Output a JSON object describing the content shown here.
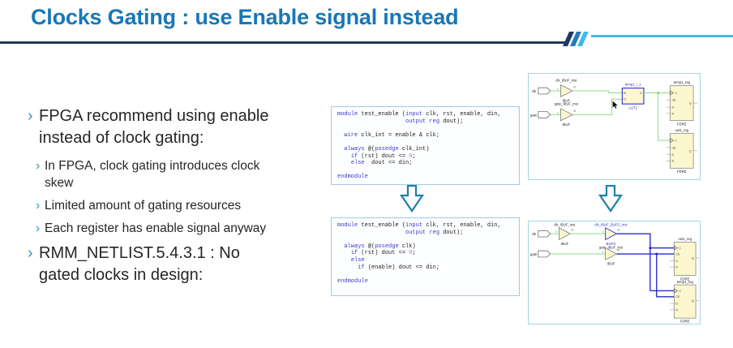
{
  "title": "Clocks Gating : use Enable signal instead",
  "bullets": {
    "marker": "›",
    "b1": "FPGA recommend using enable instead of clock gating:",
    "sub1": "In FPGA, clock gating introduces clock skew",
    "sub2": "Limited amount of gating resources",
    "sub3": "Each register has enable signal anyway",
    "b2": "RMM_NETLIST.5.4.3.1 : No gated clocks in design:"
  },
  "code_before": {
    "lines": [
      [
        {
          "c": "kw",
          "t": "module"
        },
        {
          "c": "pl",
          "t": " test_enable ("
        },
        {
          "c": "kw",
          "t": "input"
        },
        {
          "c": "pl",
          "t": " clk, rst, enable, din,"
        }
      ],
      [
        {
          "c": "pl",
          "t": "                    "
        },
        {
          "c": "kw",
          "t": "output reg"
        },
        {
          "c": "pl",
          "t": " dout);"
        }
      ],
      [],
      [
        {
          "c": "pl",
          "t": "  "
        },
        {
          "c": "kw",
          "t": "wire"
        },
        {
          "c": "pl",
          "t": " clk_int = enable & clk;"
        }
      ],
      [],
      [
        {
          "c": "pl",
          "t": "  "
        },
        {
          "c": "kw",
          "t": "always"
        },
        {
          "c": "pl",
          "t": " @("
        },
        {
          "c": "kw",
          "t": "posedge"
        },
        {
          "c": "pl",
          "t": " clk_int)"
        }
      ],
      [
        {
          "c": "pl",
          "t": "    "
        },
        {
          "c": "kw",
          "t": "if"
        },
        {
          "c": "pl",
          "t": " (rst) dout <= "
        },
        {
          "c": "num",
          "t": "0"
        },
        {
          "c": "pl",
          "t": ";"
        }
      ],
      [
        {
          "c": "pl",
          "t": "    "
        },
        {
          "c": "kw",
          "t": "else"
        },
        {
          "c": "pl",
          "t": "  dout <= din;"
        }
      ],
      [],
      [
        {
          "c": "kw",
          "t": "endmodule"
        }
      ]
    ]
  },
  "code_after": {
    "lines": [
      [
        {
          "c": "kw",
          "t": "module"
        },
        {
          "c": "pl",
          "t": " test_enable ("
        },
        {
          "c": "kw",
          "t": "input"
        },
        {
          "c": "pl",
          "t": " clk, rst, enable, din,"
        }
      ],
      [
        {
          "c": "pl",
          "t": "                    "
        },
        {
          "c": "kw",
          "t": "output reg"
        },
        {
          "c": "pl",
          "t": " dout);"
        }
      ],
      [],
      [
        {
          "c": "pl",
          "t": "  "
        },
        {
          "c": "kw",
          "t": "always"
        },
        {
          "c": "pl",
          "t": " @("
        },
        {
          "c": "kw",
          "t": "posedge"
        },
        {
          "c": "pl",
          "t": " clk)"
        }
      ],
      [
        {
          "c": "pl",
          "t": "    "
        },
        {
          "c": "kw",
          "t": "if"
        },
        {
          "c": "pl",
          "t": " (rst) dout <= "
        },
        {
          "c": "num",
          "t": "0"
        },
        {
          "c": "pl",
          "t": ";"
        }
      ],
      [
        {
          "c": "pl",
          "t": "    "
        },
        {
          "c": "kw",
          "t": "else"
        }
      ],
      [
        {
          "c": "pl",
          "t": "      "
        },
        {
          "c": "kw",
          "t": "if"
        },
        {
          "c": "pl",
          "t": " (enable) dout <= din;"
        }
      ],
      [],
      [
        {
          "c": "kw",
          "t": "endmodule"
        }
      ]
    ]
  },
  "pins": {
    "c": "C",
    "ce": "CE",
    "d": "D",
    "r": "R",
    "q": "Q",
    "i": "I",
    "o": "O",
    "i0": "I0",
    "i1": "I1"
  },
  "schematic_before": {
    "in_clk": "clk",
    "in_gate": "gate",
    "ibuf_clk_name": "clk_IBUF_inst",
    "ibuf_clk_type": "IBUF",
    "ibuf_gate_name": "gate_IBUF_inst",
    "ibuf_gate_type": "IBUF",
    "lut_name": "temp1_i_1",
    "lut_type": "LUT2",
    "reg1_name": "temp1_reg",
    "reg1_type": "FDRE",
    "reg2_name": "out1_reg",
    "reg2_type": "FDRE"
  },
  "schematic_after": {
    "in_clk": "clk",
    "in_gate": "gate",
    "ibuf_clk_name": "clk_IBUF_inst",
    "ibuf_clk_type": "IBUF",
    "bufg_name": "clk_IBUF_BUFG_inst",
    "bufg_type": "BUFG",
    "ibuf_gate_name": "gate_IBUF_inst",
    "ibuf_gate_type": "IBUF",
    "reg1_name": "out1_reg",
    "reg1_type": "FDRE",
    "reg2_name": "temp1_reg",
    "reg2_type": "FDRE"
  },
  "colors": {
    "title": "#1778B6",
    "rule_dark": "#1A3A5E",
    "rule_light": "#44B8EC",
    "bullet_marker": "#2E9AC4",
    "code_keyword": "#3939CC",
    "code_number": "#9090B8",
    "wire_green": "#8CD98C",
    "wire_blue": "#2B2BD0",
    "cell_fill": "#FCF7CE",
    "arrow_outline": "#1F7FA6"
  }
}
